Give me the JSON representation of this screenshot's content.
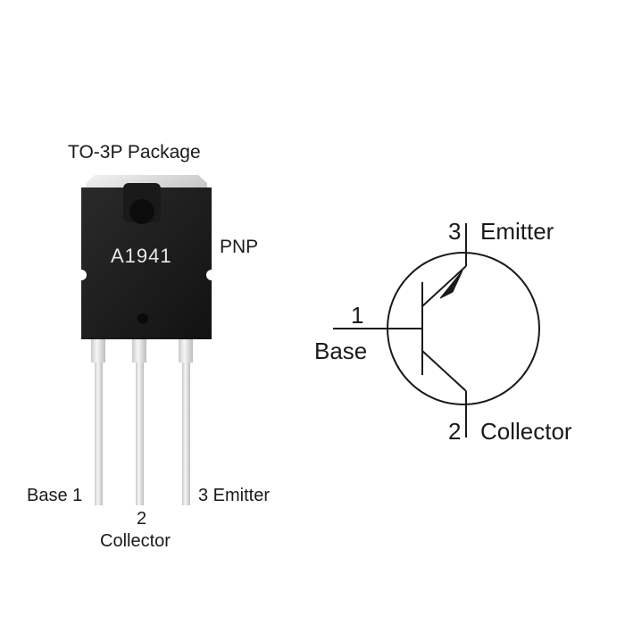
{
  "package": {
    "title": "TO-3P Package",
    "marking": "A1941",
    "type_label": "PNP",
    "pins": {
      "base": "Base 1",
      "collector_number": "2",
      "collector_name": "Collector",
      "emitter": "3 Emitter"
    }
  },
  "symbol": {
    "emitter_number": "3",
    "emitter_name": "Emitter",
    "base_number": "1",
    "base_name": "Base",
    "collector_number": "2",
    "collector_name": "Collector"
  },
  "colors": {
    "body": "#1d1d1d",
    "tab": "#d4d4d4",
    "lead": "#e2e2e2",
    "line": "#1a1a1a"
  }
}
